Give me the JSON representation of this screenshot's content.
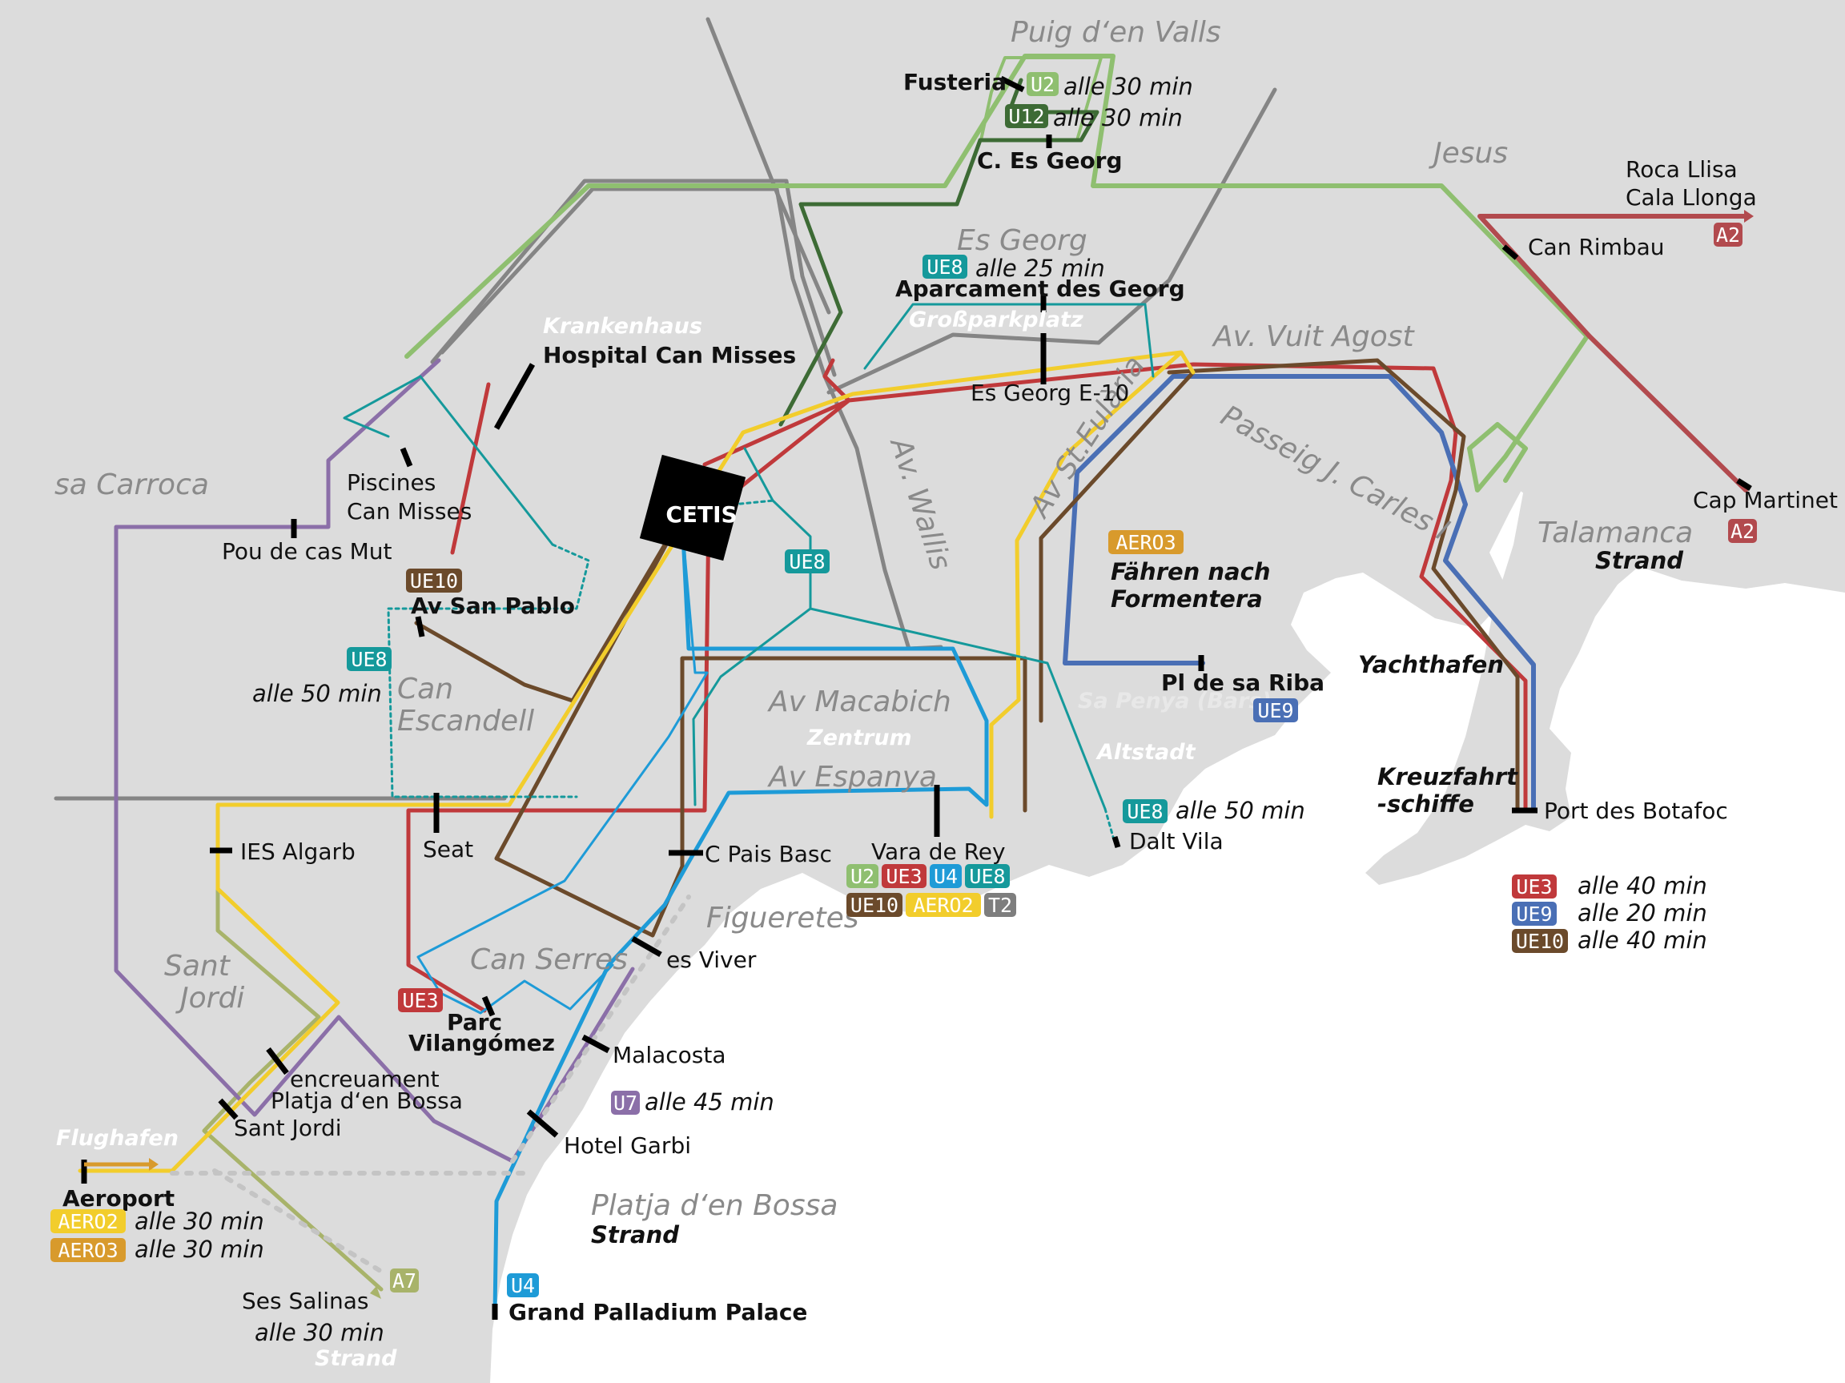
{
  "colors": {
    "sea": "#ffffff",
    "land": "#dcdcdc",
    "U2": "#8fbf70",
    "U12": "#3d6b35",
    "UE3": "#c0393b",
    "U4": "#1e9bd7",
    "UE8": "#15999b",
    "UE9": "#4a6fb5",
    "UE10": "#6b4a2b",
    "AERO2": "#f2cd2c",
    "AERO3": "#d89a2c",
    "T2": "#7e7e7e",
    "U7": "#8b6fa8",
    "A2": "#b24a4e",
    "A7": "#a8b36a",
    "olive": "#a8b36a",
    "grey": "#858585"
  },
  "hub": {
    "label": "CETIS"
  },
  "areas": {
    "puig": "Puig d‘en Valls",
    "jesus": "Jesus",
    "esgeorg": "Es Georg",
    "grossparkplatz": "Großparkplatz",
    "vuitagost": "Av. Vuit Agost",
    "passeig": "Passeig J. Carles I",
    "steularia": "Av St.Eulària",
    "wallis": "Av. Wallis",
    "krankenhaus": "Krankenhaus",
    "sacarroca": "sa Carroca",
    "canescandell_1": "Can",
    "canescandell_2": "Escandell",
    "macabich": "Av Macabich",
    "zentrum": "Zentrum",
    "espanya": "Av Espanya",
    "sapenya": "Sa Penya (Bars)",
    "altstadt": "Altstadt",
    "figueretes": "Figueretes",
    "canserres": "Can Serres",
    "santjordi_1": "Sant",
    "santjordi_2": "Jordi",
    "flughafen": "Flughafen",
    "platja_1": "Platja d‘en Bossa",
    "platja_2": "Strand",
    "talamanca_1": "Talamanca",
    "talamanca_2": "Strand",
    "yachthafen": "Yachthafen",
    "kreuz_1": "Kreuzfahrt",
    "kreuz_2": "-schiffe",
    "faehren_1": "Fähren nach",
    "faehren_2": "Formentera",
    "strand_salinas": "Strand"
  },
  "stops": {
    "fusteria": "Fusteria",
    "cesgeorg": "C. Es Georg",
    "rocallisa_1": "Roca Llisa",
    "rocallisa_2": "Cala Llonga",
    "canrimbau": "Can Rimbau",
    "aparcament": "Aparcament des Georg",
    "esgeorg_e10": "Es Georg E-10",
    "hospital": "Hospital Can Misses",
    "piscines_1": "Piscines",
    "piscines_2": "Can Misses",
    "poudecas": "Pou de cas Mut",
    "avsanpablo": "Av San Pablo",
    "capmartinet": "Cap Martinet",
    "pldesariba": "Pl de sa Riba",
    "portbotafoc": "Port des Botafoc",
    "daltvila": "Dalt Vila",
    "iesalgarb": "IES Algarb",
    "seat": "Seat",
    "cpaisbasc": "C Pais Basc",
    "varaderey": "Vara de Rey",
    "esviver": "es Viver",
    "parc_1": "Parc",
    "parc_2": "Vilangómez",
    "malacosta": "Malacosta",
    "encreuament_1": "encreuament",
    "encreuament_2": "Platja d‘en Bossa",
    "santjordi": "Sant Jordi",
    "hotelgarbi": "Hotel Garbi",
    "aeroport": "Aeroport",
    "sessalinas": "Ses Salinas",
    "grandpalladium": "Grand Palladium Palace"
  },
  "frequencies": {
    "u2": "alle 30   min",
    "u12": "alle 30   min",
    "ue8_georg": "alle 25 min",
    "ue8_west": "alle 50 min",
    "ue8_dalt": "alle 50 min",
    "u7": "alle 45 min",
    "aero2": "alle 30 min",
    "aero3": "alle 30 min",
    "salinas": "alle 30 min",
    "ue3": "alle 40 min",
    "ue9": "alle 20 min",
    "ue10": "alle 40 min"
  },
  "badges": {
    "U2": "U2",
    "U12": "U12",
    "UE3": "UE3",
    "U4": "U4",
    "UE8": "UE8",
    "UE9": "UE9",
    "UE10": "UE10",
    "AERO2": "AERO2",
    "AERO3": "AERO3",
    "T2": "T2",
    "U7": "U7",
    "A2": "A2",
    "A7": "A7"
  }
}
